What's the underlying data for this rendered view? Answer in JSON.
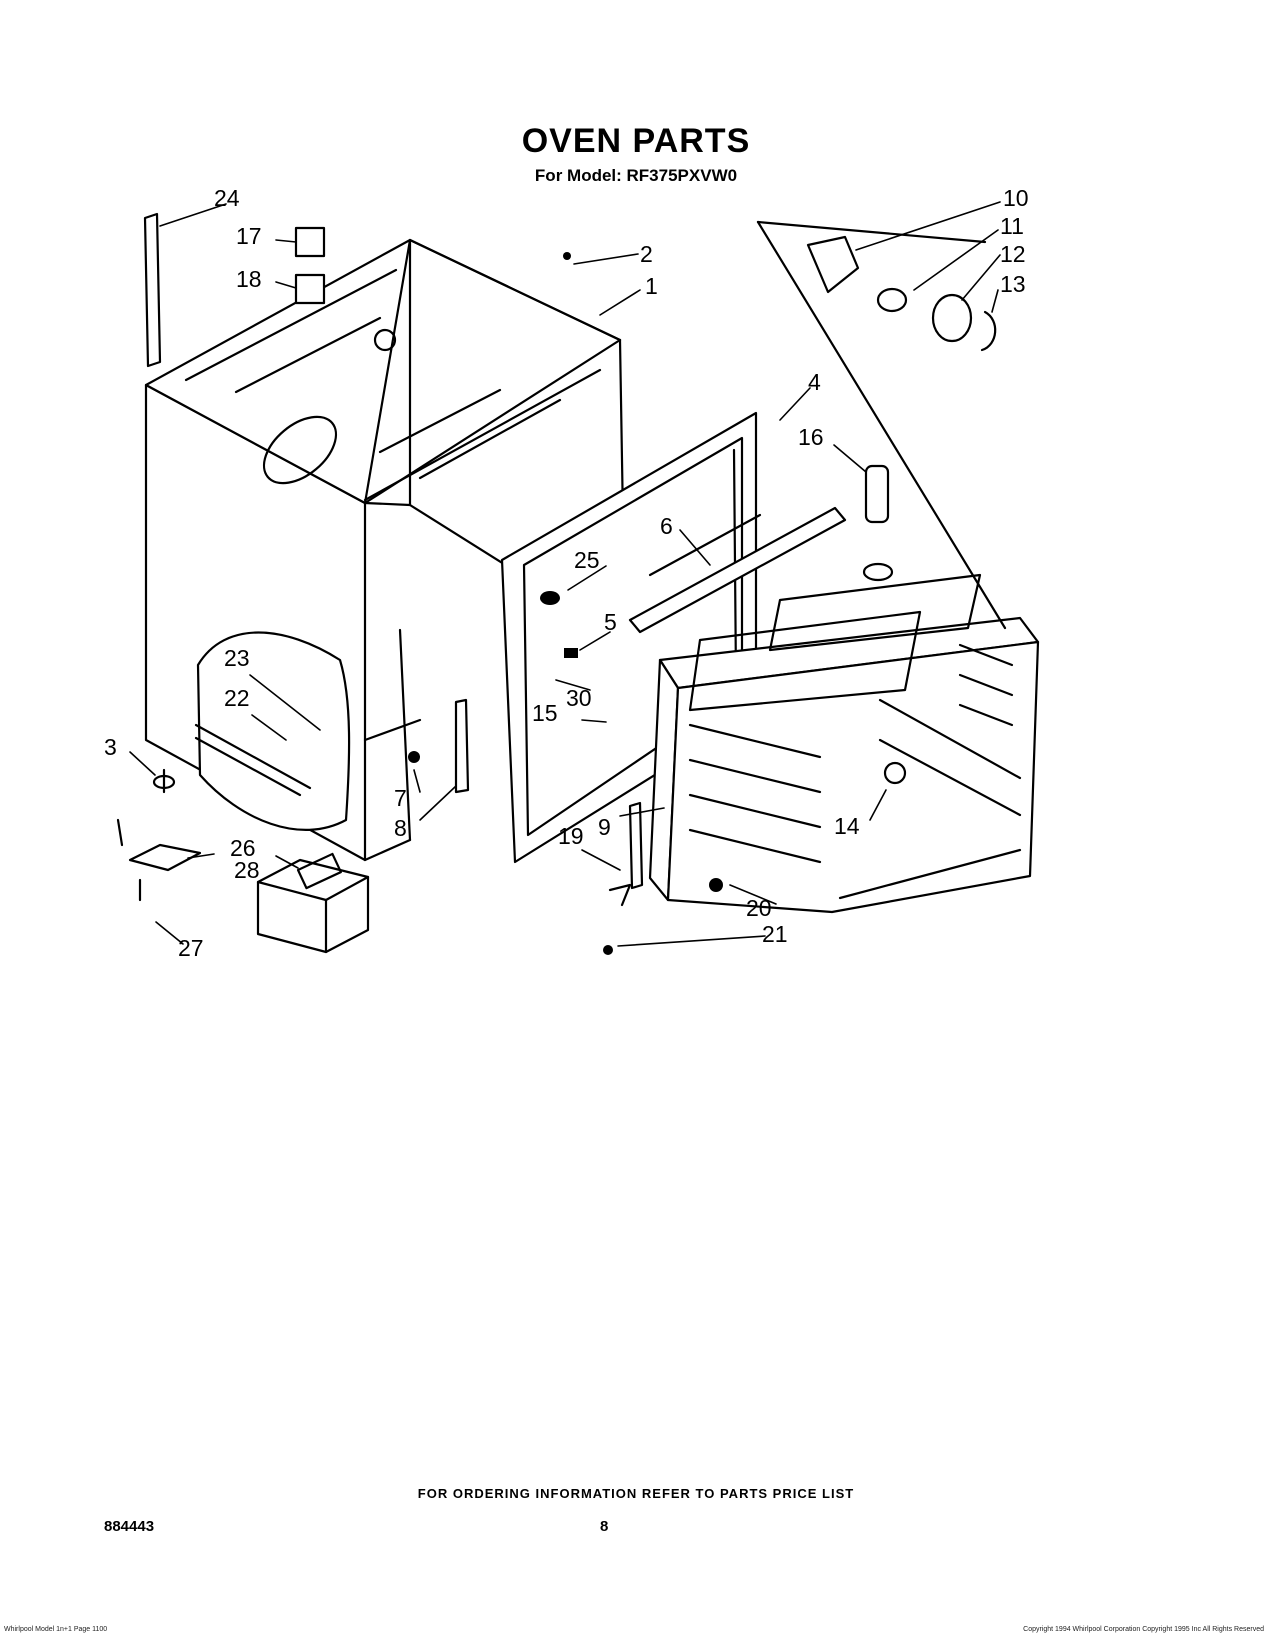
{
  "header": {
    "title": "OVEN PARTS",
    "model_line": "For Model: RF375PXVW0"
  },
  "callouts": [
    "1",
    "2",
    "3",
    "4",
    "5",
    "6",
    "7",
    "8",
    "9",
    "10",
    "11",
    "12",
    "13",
    "14",
    "15",
    "16",
    "17",
    "18",
    "19",
    "20",
    "21",
    "22",
    "23",
    "24",
    "25",
    "26",
    "27",
    "28",
    "30"
  ],
  "footer": {
    "ordering_note": "FOR ORDERING INFORMATION REFER TO PARTS PRICE LIST",
    "doc_number": "884443",
    "page_number": "8",
    "fine_print_left": "Whirlpool Model 1n+1 Page 1100",
    "fine_print_right": "Copyright 1994 Whirlpool Corporation Copyright 1995 Inc All Rights Reserved"
  }
}
